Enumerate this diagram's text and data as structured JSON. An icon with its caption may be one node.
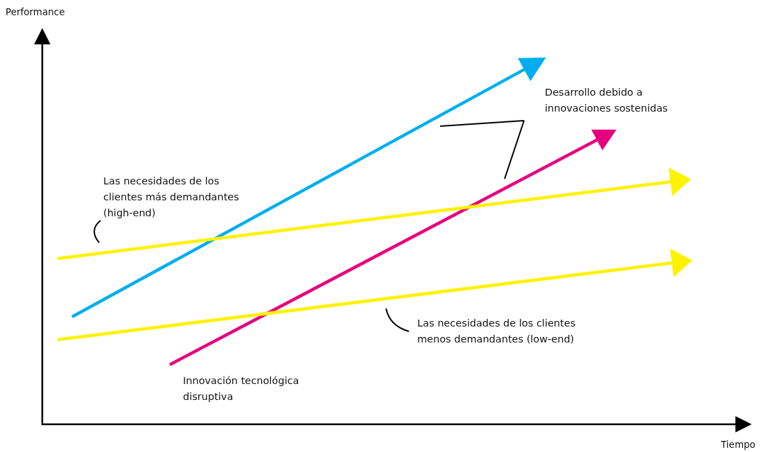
{
  "diagram": {
    "nodes": [
      {
        "text": [
          "Desarrollo debido a innovaciones sostenidas"
        ]
      },
      {
        "text": [
          "Las necesidades de los clientes más demandantes (high-end)"
        ]
      },
      {
        "text": [
          "Las necesidades de los clientes menos demandantes (low-end)"
        ]
      }
    ],
    "edges": [
      {
        "from": 0,
        "to": null,
        "arrow": "none"
      },
      {
        "from": 0,
        "to": null,
        "arrow": "none"
      },
      {
        "from": 1,
        "to": null,
        "arrow": "none"
      },
      {
        "from": 2,
        "to": null,
        "arrow": "none"
      }
    ],
    "labels": [
      "Performance",
      "Innovación tecnológica disruptiva",
      "Tiempo"
    ]
  }
}
